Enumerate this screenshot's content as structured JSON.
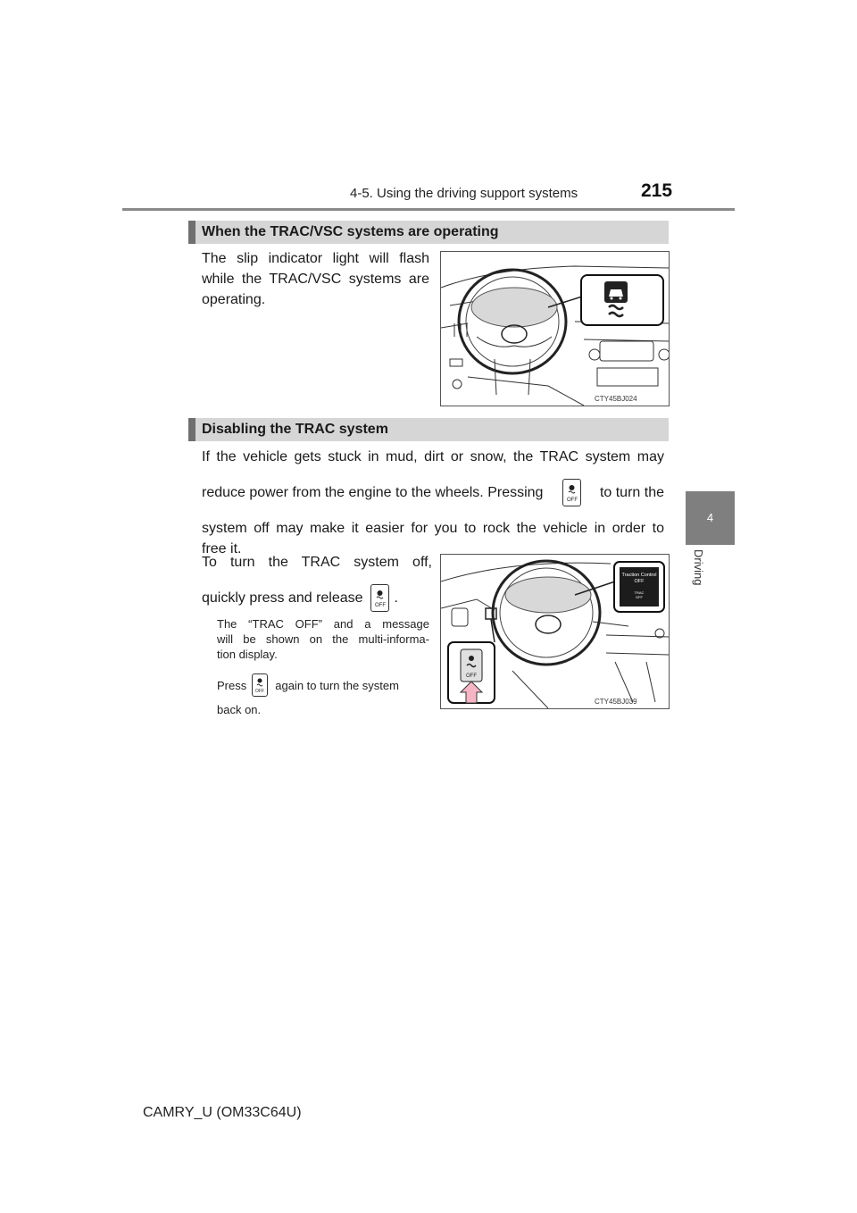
{
  "header": {
    "section": "4-5. Using the driving support systems",
    "page_number": "215"
  },
  "side_tab": {
    "chapter_number": "4",
    "chapter_label": "Driving"
  },
  "section1": {
    "heading": "When the TRAC/VSC systems are operating",
    "paragraph_lines": [
      "The slip indicator light will flash",
      "while the TRAC/VSC systems are",
      "operating."
    ],
    "figure_caption": "CTY45BJ024"
  },
  "section2": {
    "heading": "Disabling the TRAC system",
    "paragraph": {
      "line1": "If the vehicle gets stuck in mud, dirt or snow, the TRAC system may",
      "line2_before": "reduce power from the engine to the wheels. Pressing",
      "line2_after": "to turn the",
      "line3": "system off may make it easier for you to rock the vehicle in order to",
      "line4": "free it."
    },
    "instruction": {
      "line1": "To turn the TRAC system off,",
      "line2_before": "quickly press and release",
      "line2_after": "."
    },
    "note1_lines": [
      "The “TRAC OFF” and a message",
      "will be shown on the multi-informa-",
      "tion display."
    ],
    "note2": {
      "before": "Press",
      "after": "again to turn the system",
      "line2": "back on."
    },
    "display_popup": {
      "line1": "Traction Control",
      "line2": "OFF",
      "badge1": "TRAC",
      "badge2": "OFF"
    },
    "button_label": "OFF",
    "figure_caption": "CTY45BJ039"
  },
  "footer": {
    "model": "CAMRY_U (OM33C64U)"
  }
}
